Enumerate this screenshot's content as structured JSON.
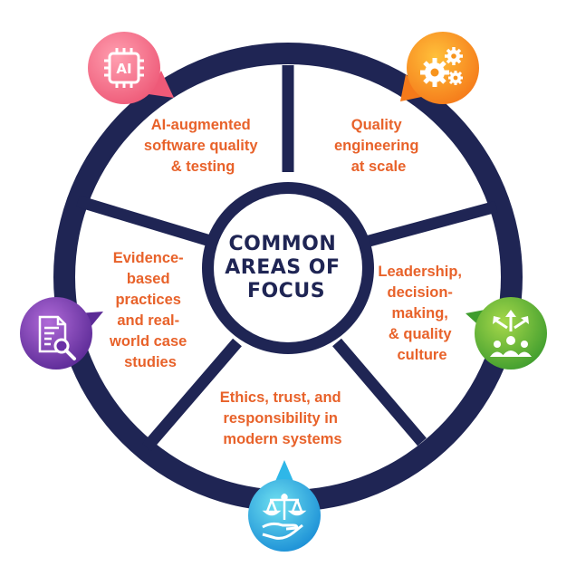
{
  "center": {
    "lines": [
      "COMMON",
      "AREAS OF",
      "FOCUS"
    ]
  },
  "segments": [
    {
      "id": "ai",
      "lines": [
        "AI-augmented",
        "software quality",
        "& testing"
      ],
      "icon": "ai-chip-icon",
      "icon_text": "AI",
      "color": "#f26d85"
    },
    {
      "id": "quality",
      "lines": [
        "Quality",
        "engineering",
        "at scale"
      ],
      "icon": "gears-icon",
      "color": "#f7941d"
    },
    {
      "id": "leadership",
      "lines": [
        "Leadership,",
        "decision-",
        "making,",
        "& quality",
        "culture"
      ],
      "icon": "decision-team-icon",
      "color": "#5bb634"
    },
    {
      "id": "ethics",
      "lines": [
        "Ethics, trust, and",
        "responsibility in",
        "modern systems"
      ],
      "icon": "scales-hand-icon",
      "color": "#29abe2"
    },
    {
      "id": "evidence",
      "lines": [
        "Evidence-",
        "based",
        "practices",
        "and real-",
        "world case",
        "studies"
      ],
      "icon": "document-search-icon",
      "color": "#7b3fb0"
    }
  ],
  "colors": {
    "ring": "#1f2554",
    "label": "#e8622a",
    "center_text": "#1f2554",
    "background": "#ffffff"
  }
}
